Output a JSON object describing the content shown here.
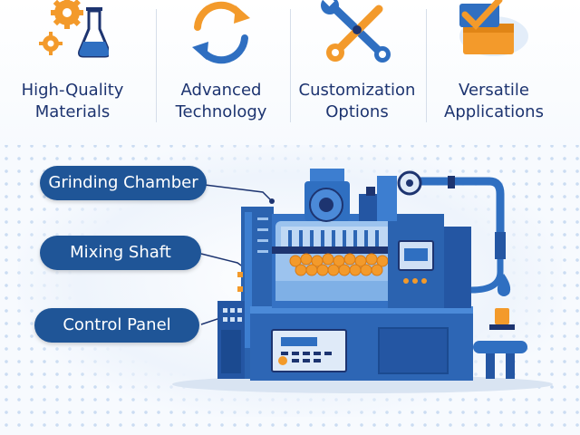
{
  "features": [
    {
      "line1": "High-Quality",
      "line2": "Materials",
      "icon": "gears-flask-icon"
    },
    {
      "line1": "Advanced",
      "line2": "Technology",
      "icon": "refresh-cycle-icon"
    },
    {
      "line1": "Customization",
      "line2": "Options",
      "icon": "wrench-tools-icon"
    },
    {
      "line1": "Versatile",
      "line2": "Applications",
      "icon": "checkbox-icon"
    }
  ],
  "callouts": {
    "grinding_chamber": "Grinding Chamber",
    "mixing_shaft": "Mixing Shaft",
    "control_panel": "Control Panel"
  },
  "colors": {
    "navy": "#1d3470",
    "blue": "#2f6fc1",
    "orange": "#f39a2b",
    "callout": "#1f5597"
  }
}
